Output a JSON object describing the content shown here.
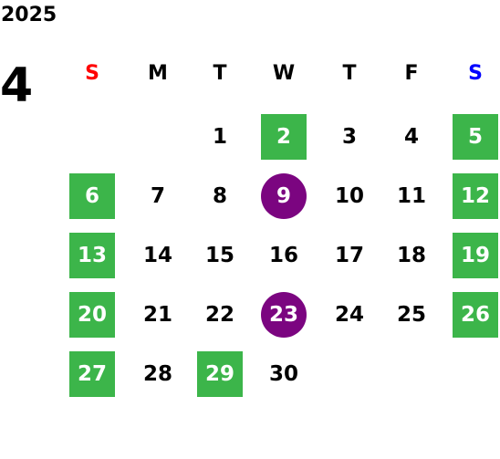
{
  "year": "2025",
  "month": "4",
  "weekdays": [
    {
      "label": "S",
      "color": "#ff0000"
    },
    {
      "label": "M",
      "color": "#000000"
    },
    {
      "label": "T",
      "color": "#000000"
    },
    {
      "label": "W",
      "color": "#000000"
    },
    {
      "label": "T",
      "color": "#000000"
    },
    {
      "label": "F",
      "color": "#000000"
    },
    {
      "label": "S",
      "color": "#0000ff"
    }
  ],
  "highlight_colors": {
    "green": "#3cb54a",
    "purple": "#7b0580"
  },
  "days": [
    {
      "label": "1",
      "style": "plain"
    },
    {
      "label": "2",
      "style": "green"
    },
    {
      "label": "3",
      "style": "plain"
    },
    {
      "label": "4",
      "style": "plain"
    },
    {
      "label": "5",
      "style": "green"
    },
    {
      "label": "6",
      "style": "green"
    },
    {
      "label": "7",
      "style": "plain"
    },
    {
      "label": "8",
      "style": "plain"
    },
    {
      "label": "9",
      "style": "purple"
    },
    {
      "label": "10",
      "style": "plain"
    },
    {
      "label": "11",
      "style": "plain"
    },
    {
      "label": "12",
      "style": "green"
    },
    {
      "label": "13",
      "style": "green"
    },
    {
      "label": "14",
      "style": "plain"
    },
    {
      "label": "15",
      "style": "plain"
    },
    {
      "label": "16",
      "style": "plain"
    },
    {
      "label": "17",
      "style": "plain"
    },
    {
      "label": "18",
      "style": "plain"
    },
    {
      "label": "19",
      "style": "green"
    },
    {
      "label": "20",
      "style": "green"
    },
    {
      "label": "21",
      "style": "plain"
    },
    {
      "label": "22",
      "style": "plain"
    },
    {
      "label": "23",
      "style": "purple"
    },
    {
      "label": "24",
      "style": "plain"
    },
    {
      "label": "25",
      "style": "plain"
    },
    {
      "label": "26",
      "style": "green"
    },
    {
      "label": "27",
      "style": "green"
    },
    {
      "label": "28",
      "style": "plain"
    },
    {
      "label": "29",
      "style": "green"
    },
    {
      "label": "30",
      "style": "plain"
    }
  ]
}
